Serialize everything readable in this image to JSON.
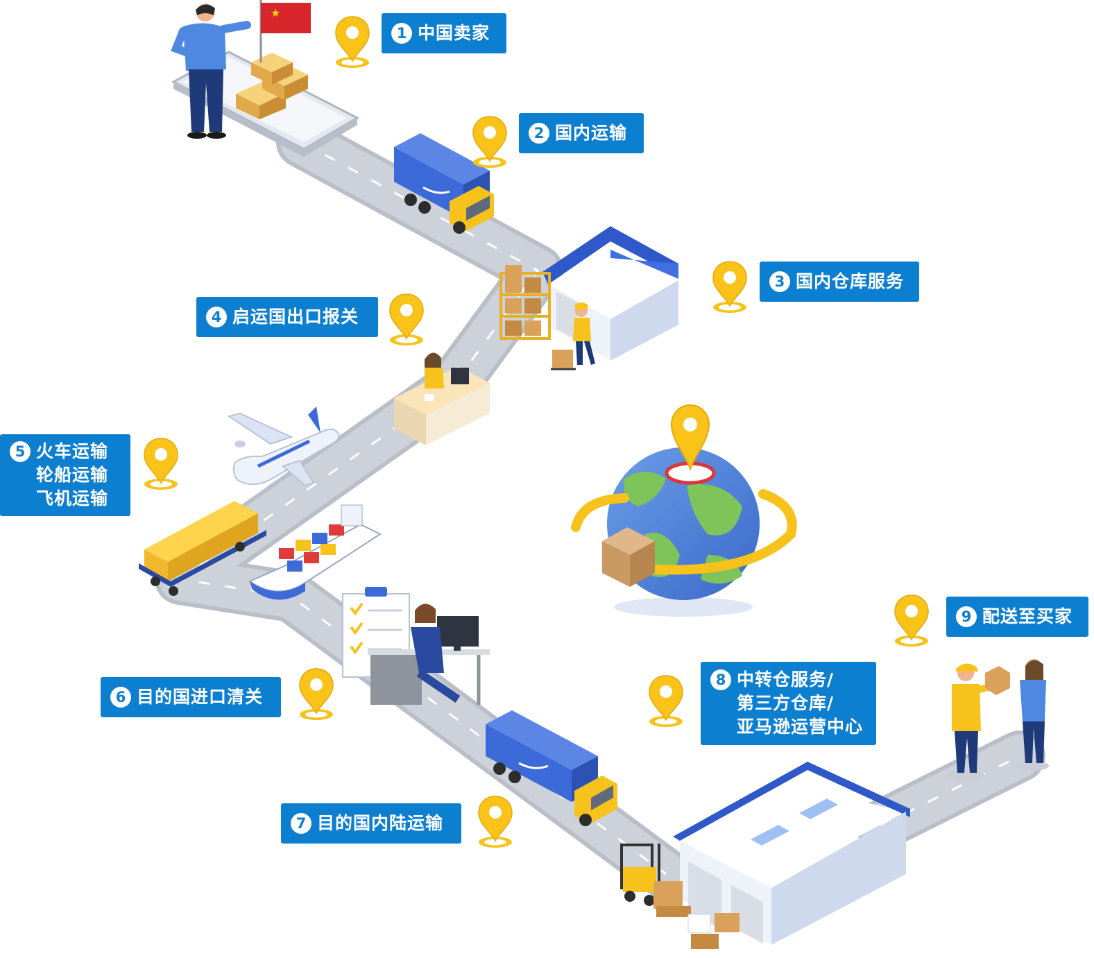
{
  "colors": {
    "label_bg": "#0d7fd0",
    "pin_yellow": "#fac31a",
    "road": "#c7cbd4",
    "brand_blue": "#3d6ad9"
  },
  "icons": [
    "map-pin-icon",
    "globe-icon",
    "truck-icon",
    "warehouse-icon",
    "airplane-icon",
    "ship-icon",
    "train-icon",
    "clipboard-icon",
    "forklift-icon",
    "flag-icon"
  ],
  "steps": [
    {
      "num": "1",
      "lines": [
        "中国卖家"
      ]
    },
    {
      "num": "2",
      "lines": [
        "国内运输"
      ]
    },
    {
      "num": "3",
      "lines": [
        "国内仓库服务"
      ]
    },
    {
      "num": "4",
      "lines": [
        "启运国出口报关"
      ]
    },
    {
      "num": "5",
      "lines": [
        "火车运输",
        "轮船运输",
        "飞机运输"
      ]
    },
    {
      "num": "6",
      "lines": [
        "目的国进口清关"
      ]
    },
    {
      "num": "7",
      "lines": [
        "目的国内陆运输"
      ]
    },
    {
      "num": "8",
      "lines": [
        "中转仓服务/",
        "第三方仓库/",
        "亚马逊运营中心"
      ]
    },
    {
      "num": "9",
      "lines": [
        "配送至买家"
      ]
    }
  ]
}
